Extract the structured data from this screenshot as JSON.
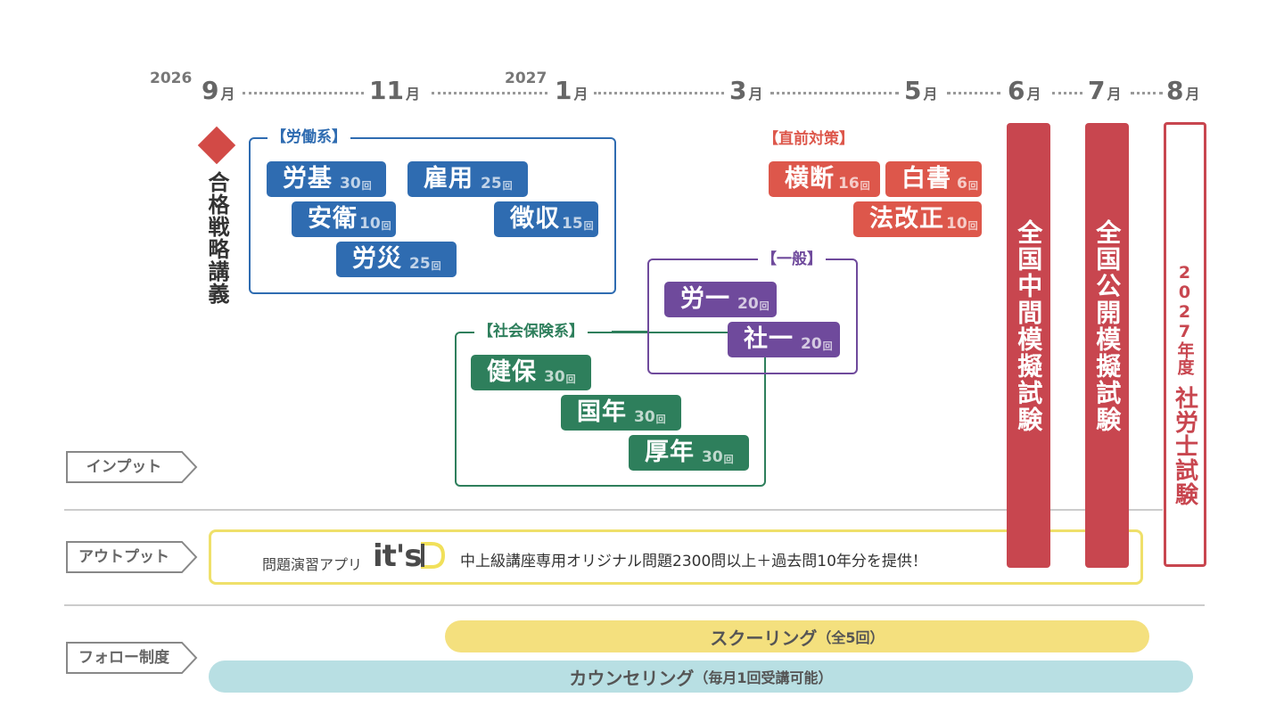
{
  "timeline": {
    "year_start": "2026",
    "year_next": "2027",
    "month_unit": "月",
    "months": [
      "9",
      "11",
      "1",
      "3",
      "5",
      "6",
      "7",
      "8"
    ]
  },
  "strategy": {
    "label": "合格戦略講義"
  },
  "groups": {
    "labor": {
      "title": "【労働系】"
    },
    "social": {
      "title": "【社会保険系】"
    },
    "general": {
      "title": "【一般】"
    },
    "final": {
      "title": "【直前対策】"
    }
  },
  "courses": {
    "roki": {
      "name": "労基",
      "count": "30",
      "unit": "回"
    },
    "koyo": {
      "name": "雇用",
      "count": "25",
      "unit": "回"
    },
    "anei": {
      "name": "安衛",
      "count": "10",
      "unit": "回"
    },
    "choshu": {
      "name": "徴収",
      "count": "15",
      "unit": "回"
    },
    "rosai": {
      "name": "労災",
      "count": "25",
      "unit": "回"
    },
    "roichi": {
      "name": "労一",
      "count": "20",
      "unit": "回"
    },
    "shaichi": {
      "name": "社一",
      "count": "20",
      "unit": "回"
    },
    "kenpo": {
      "name": "健保",
      "count": "30",
      "unit": "回"
    },
    "kokunen": {
      "name": "国年",
      "count": "30",
      "unit": "回"
    },
    "kosei": {
      "name": "厚年",
      "count": "30",
      "unit": "回"
    },
    "odan": {
      "name": "横断",
      "count": "16",
      "unit": "回"
    },
    "hakusho": {
      "name": "白書",
      "count": "6",
      "unit": "回"
    },
    "hokaisei": {
      "name": "法改正",
      "count": "10",
      "unit": "回"
    }
  },
  "exams": {
    "national_mock": "全国中間模擬試験",
    "public_mock": "全国公開模擬試験",
    "exam_year": "2027年度",
    "exam_name": "社労士試験"
  },
  "rows": {
    "input": "インプット",
    "output": "アウトプット",
    "follow": "フォロー制度"
  },
  "output_app": {
    "prefix": "問題演習アプリ",
    "logo": "it's",
    "description": "中上級講座専用オリジナル問題2300問以上＋過去問10年分を提供！"
  },
  "follow": {
    "schooling": "スクーリング",
    "schooling_note": "（全5回）",
    "counseling": "カウンセリング",
    "counseling_note": "（毎月1回受講可能）"
  },
  "colors": {
    "labor": "#2f6cb1",
    "social": "#2e7f5c",
    "general": "#6f4a9c",
    "final": "#dd574b",
    "exam": "#c8464f",
    "output_border": "#efe06a",
    "schooling": "#f4e07e",
    "counseling": "#b8dfe3"
  }
}
